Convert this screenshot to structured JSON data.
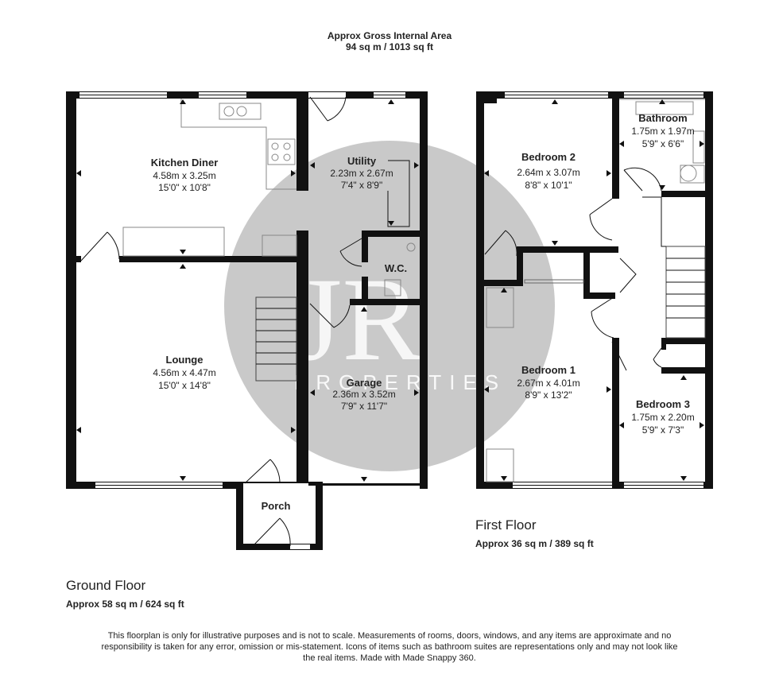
{
  "header": {
    "title": "Approx Gross Internal Area",
    "area": "94 sq m / 1013 sq ft"
  },
  "ground_floor": {
    "label": "Ground Floor",
    "area": "Approx 58 sq m / 624 sq ft",
    "rooms": {
      "kitchen": {
        "name": "Kitchen Diner",
        "metric": "4.58m x 3.25m",
        "imperial": "15'0\" x 10'8\""
      },
      "utility": {
        "name": "Utility",
        "metric": "2.23m x 2.67m",
        "imperial": "7'4\" x 8'9\""
      },
      "wc": {
        "name": "W.C."
      },
      "lounge": {
        "name": "Lounge",
        "metric": "4.56m x 4.47m",
        "imperial": "15'0\" x 14'8\""
      },
      "garage": {
        "name": "Garage",
        "metric": "2.36m x 3.52m",
        "imperial": "7'9\" x 11'7\""
      },
      "porch": {
        "name": "Porch"
      }
    }
  },
  "first_floor": {
    "label": "First Floor",
    "area": "Approx 36 sq m / 389 sq ft",
    "rooms": {
      "bedroom2": {
        "name": "Bedroom 2",
        "metric": "2.64m x 3.07m",
        "imperial": "8'8\" x 10'1\""
      },
      "bathroom": {
        "name": "Bathroom",
        "metric": "1.75m x 1.97m",
        "imperial": "5'9\" x 6'6\""
      },
      "bedroom1": {
        "name": "Bedroom 1",
        "metric": "2.67m x 4.01m",
        "imperial": "8'9\" x 13'2\""
      },
      "bedroom3": {
        "name": "Bedroom 3",
        "metric": "1.75m x 2.20m",
        "imperial": "5'9\" x 7'3\""
      }
    }
  },
  "watermark": {
    "letters": "JR",
    "text": "PROPERTIES"
  },
  "disclaimer": "This floorplan is only for illustrative purposes and is not to scale. Measurements of rooms, doors, windows, and any items are approximate and no responsibility is taken for any error, omission or mis-statement. Icons of items such as bathroom suites are representations only and may not look like the real items. Made with Made Snappy 360.",
  "colors": {
    "wall": "#111111",
    "watermark": "#c9c9c9",
    "fixture": "#999999"
  }
}
